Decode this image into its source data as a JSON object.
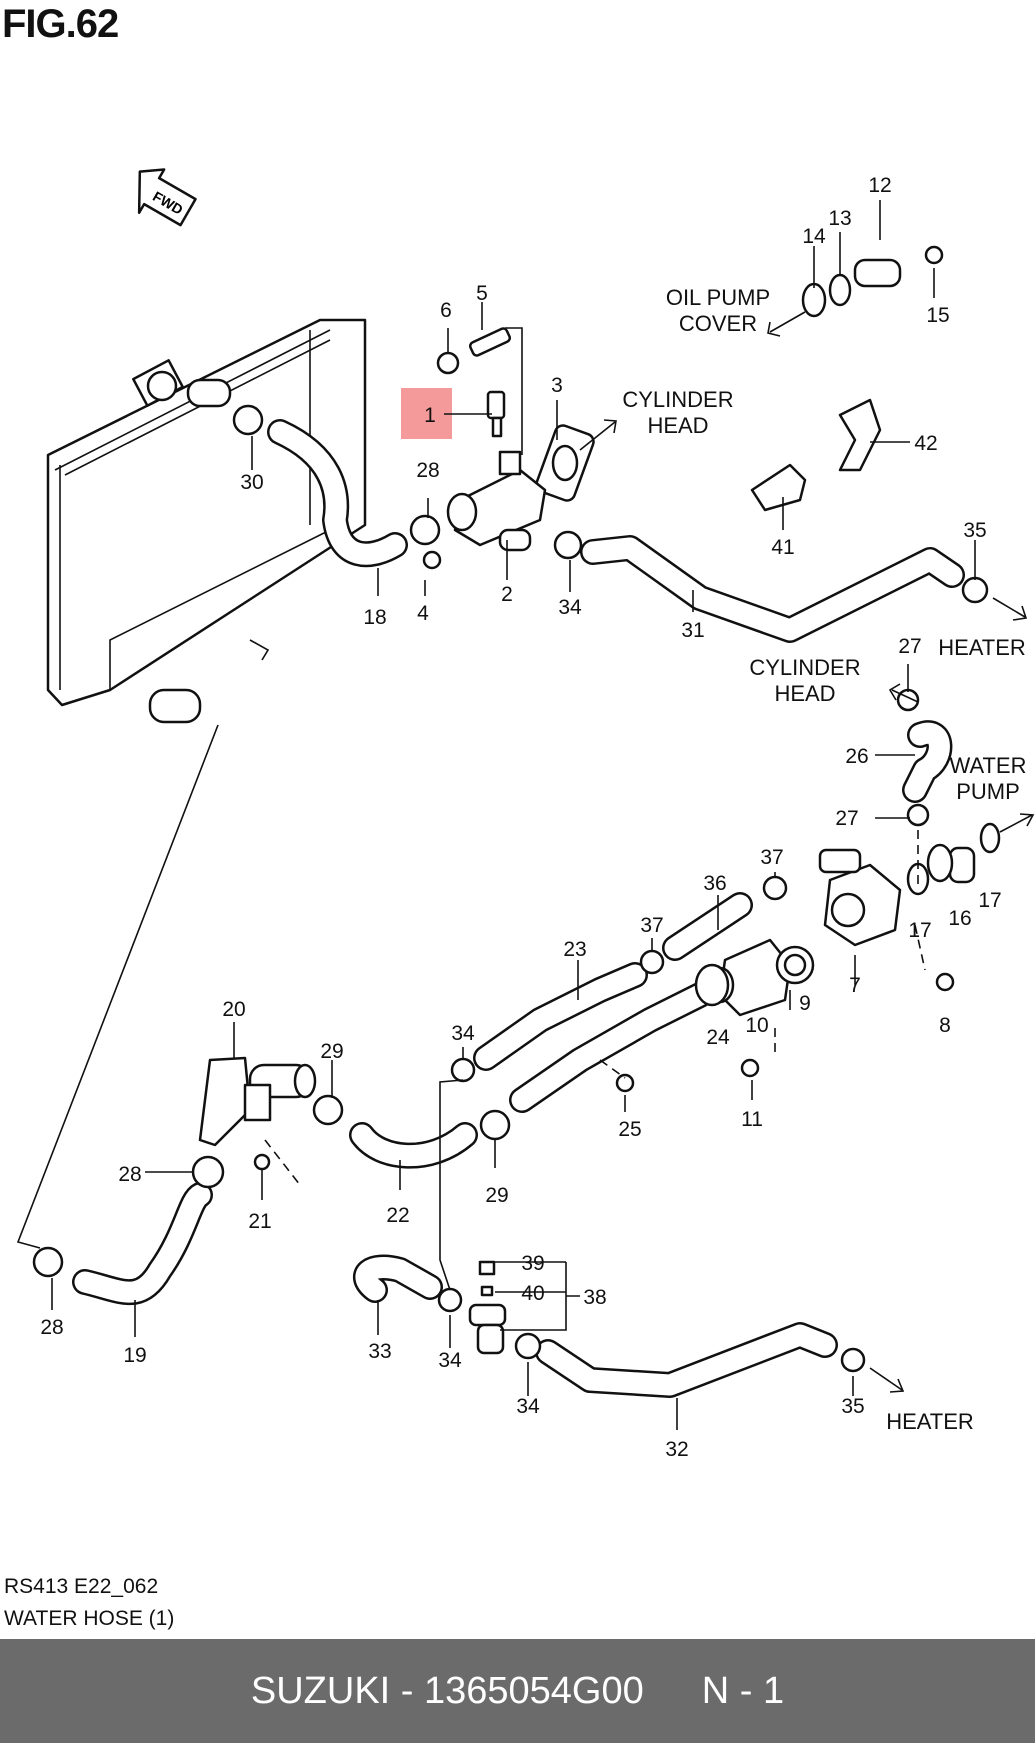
{
  "figure": {
    "title": "FIG.62",
    "fwd_label": "FWD"
  },
  "highlight_color": "#f59a9a",
  "callouts": {
    "c1": "1",
    "c2": "2",
    "c3": "3",
    "c4": "4",
    "c5": "5",
    "c6": "6",
    "c7": "7",
    "c8": "8",
    "c9": "9",
    "c10": "10",
    "c11": "11",
    "c12": "12",
    "c13": "13",
    "c14": "14",
    "c15": "15",
    "c16": "16",
    "c17a": "17",
    "c17b": "17",
    "c18": "18",
    "c19": "19",
    "c20": "20",
    "c21": "21",
    "c22": "22",
    "c23": "23",
    "c24": "24",
    "c25": "25",
    "c26": "26",
    "c27a": "27",
    "c27b": "27",
    "c28a": "28",
    "c28b": "28",
    "c28c": "28",
    "c29a": "29",
    "c29b": "29",
    "c30": "30",
    "c31": "31",
    "c32": "32",
    "c33": "33",
    "c34a": "34",
    "c34b": "34",
    "c34c": "34",
    "c34d": "34",
    "c35a": "35",
    "c35b": "35",
    "c36": "36",
    "c37a": "37",
    "c37b": "37",
    "c38": "38",
    "c39": "39",
    "c40": "40",
    "c41": "41",
    "c42": "42"
  },
  "labels": {
    "oil_pump_1": "OIL PUMP",
    "oil_pump_2": "COVER",
    "cyl_head_a1": "CYLINDER",
    "cyl_head_a2": "HEAD",
    "cyl_head_b1": "CYLINDER",
    "cyl_head_b2": "HEAD",
    "heater_a": "HEATER",
    "heater_b": "HEATER",
    "water_pump_1": "WATER",
    "water_pump_2": "PUMP"
  },
  "meta": {
    "code": "RS413 E22_062",
    "name": "WATER HOSE (1)"
  },
  "footer": {
    "part_info": "SUZUKI - 1365054G00",
    "page": "N - 1"
  }
}
